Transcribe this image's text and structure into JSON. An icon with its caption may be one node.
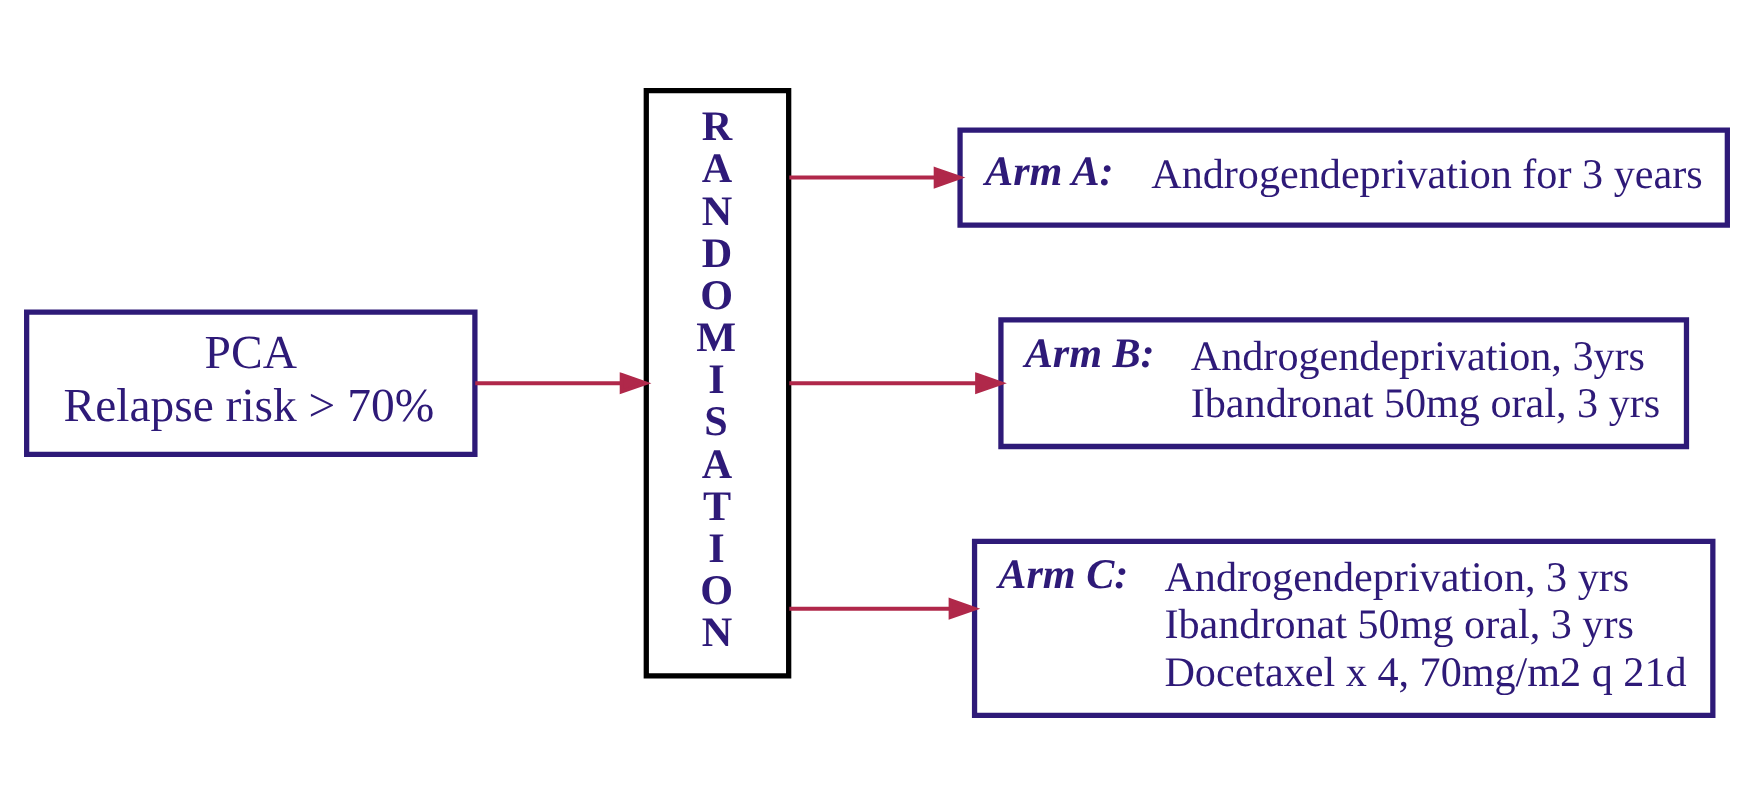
{
  "diagram": {
    "nodes": [
      {
        "text": [
          "PCA Relapse risk > 70%"
        ]
      },
      {
        "text": [
          "RANDOMISATION"
        ]
      },
      {
        "text": [
          "Arm A:",
          "Androgendeprivation for 3 years"
        ]
      },
      {
        "text": [
          "Arm B:",
          "Androgendeprivation, 3yrs Ibandronat 50mg oral, 3 yrs"
        ]
      },
      {
        "text": [
          "Arm C:",
          "Androgendeprivation, 3 yrs Ibandronat 50mg oral, 3 yrs Docetaxel x 4, 70mg/m2 q 21d"
        ]
      }
    ],
    "edges": [
      {
        "from": 0,
        "to": 1,
        "arrow": "to"
      },
      {
        "from": 1,
        "to": 2,
        "arrow": "to"
      },
      {
        "from": 1,
        "to": 3,
        "arrow": "to"
      },
      {
        "from": 1,
        "to": 4,
        "arrow": "to"
      }
    ]
  }
}
